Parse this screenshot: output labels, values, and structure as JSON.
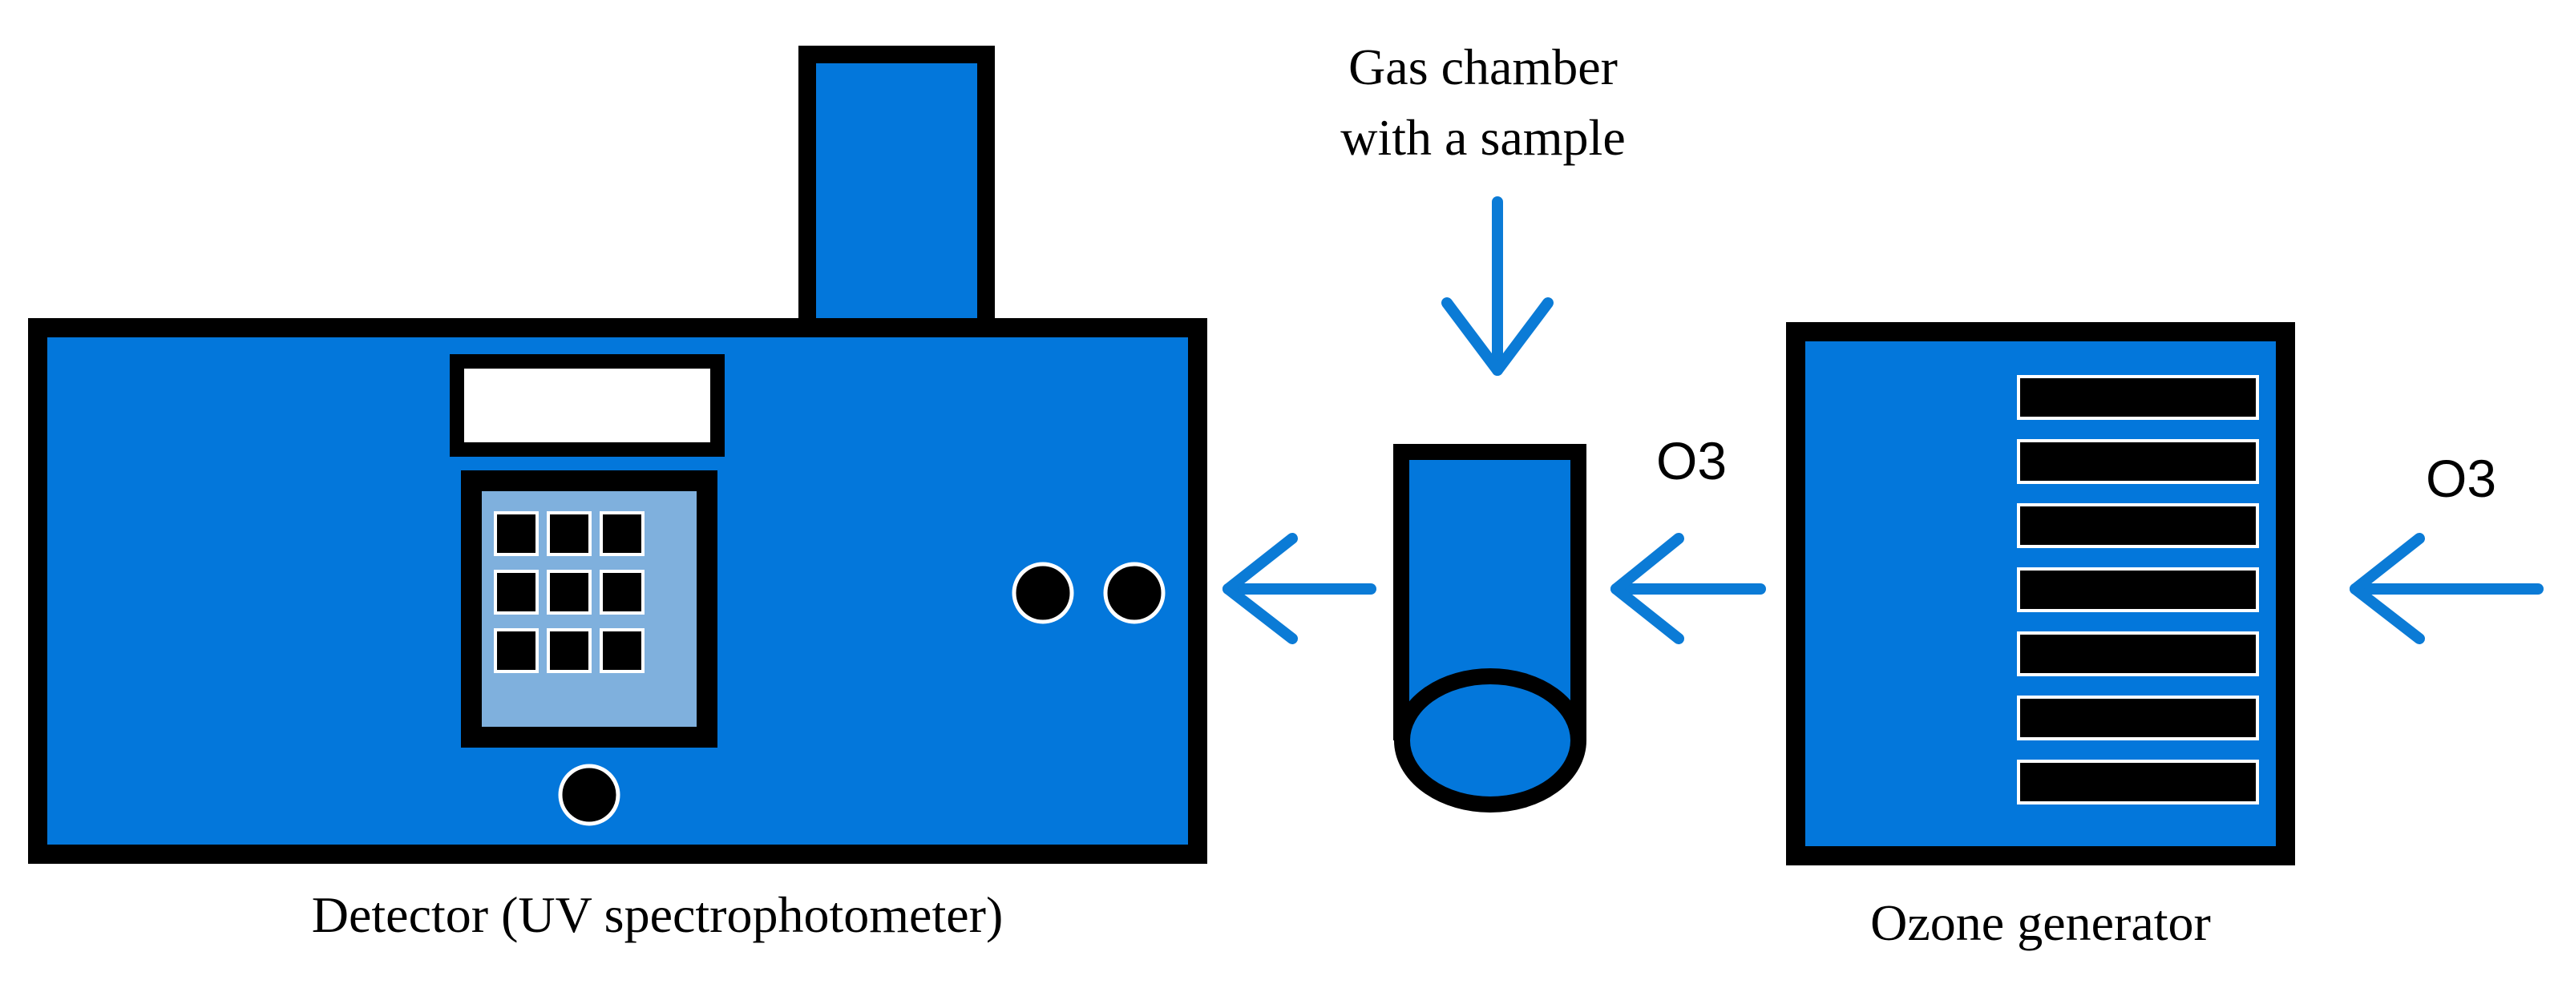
{
  "labels": {
    "gas_chamber_line1": "Gas chamber",
    "gas_chamber_line2": "with a sample",
    "detector": "Detector (UV spectrophotometer)",
    "ozone_generator": "Ozone generator",
    "o3_left": "O3",
    "o3_right": "O3"
  },
  "colors": {
    "device_blue": "#0377DB",
    "arrow_blue": "#0B7BD6",
    "keypad_panel": "#7FB0DD",
    "outline": "#000000",
    "display_fill": "#FFFFFF"
  },
  "icons": {
    "flow_arrow": "left-arrow-icon",
    "down_arrow": "down-arrow-icon",
    "keypad_key": "square-key-icon",
    "port": "circle-port-icon"
  }
}
